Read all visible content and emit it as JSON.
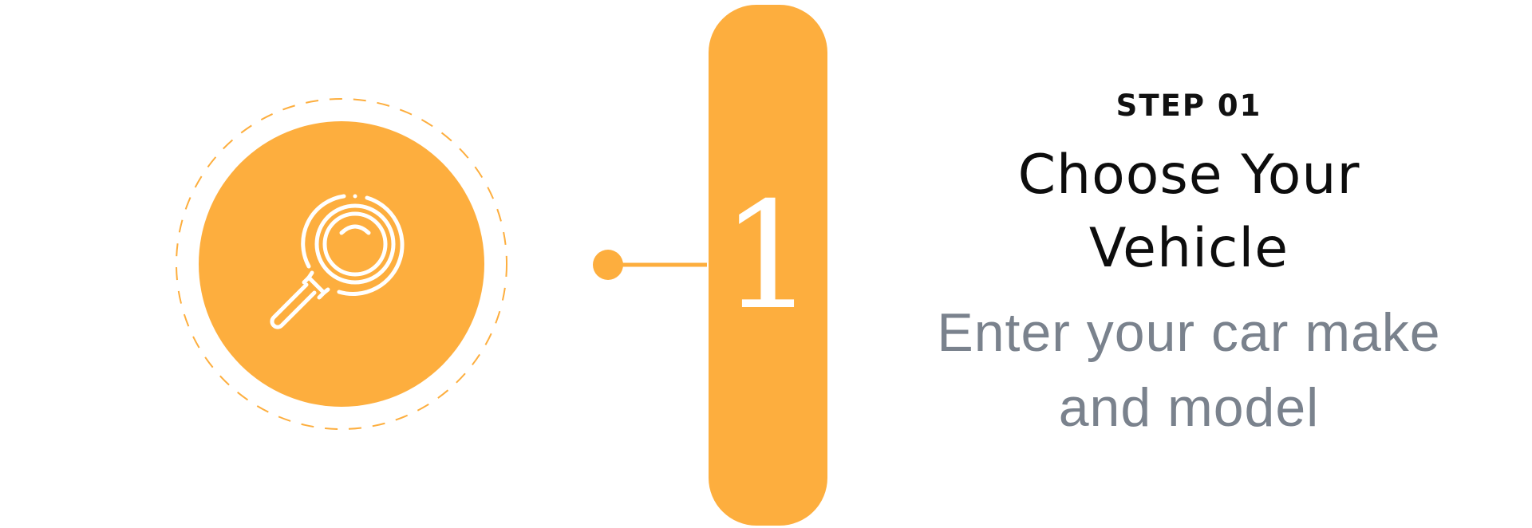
{
  "colors": {
    "accent": "#FDAE3E",
    "white": "#FFFFFF",
    "label_text": "#111111",
    "title_text": "#0D0D0D",
    "desc_text": "#7A828D"
  },
  "step": {
    "label": "STEP 01",
    "number": "1",
    "title_line1": "Choose Your",
    "title_line2": "Vehicle",
    "desc_line1": "Enter your car make",
    "desc_line2": "and model",
    "icon": "magnifying-glass-icon"
  }
}
